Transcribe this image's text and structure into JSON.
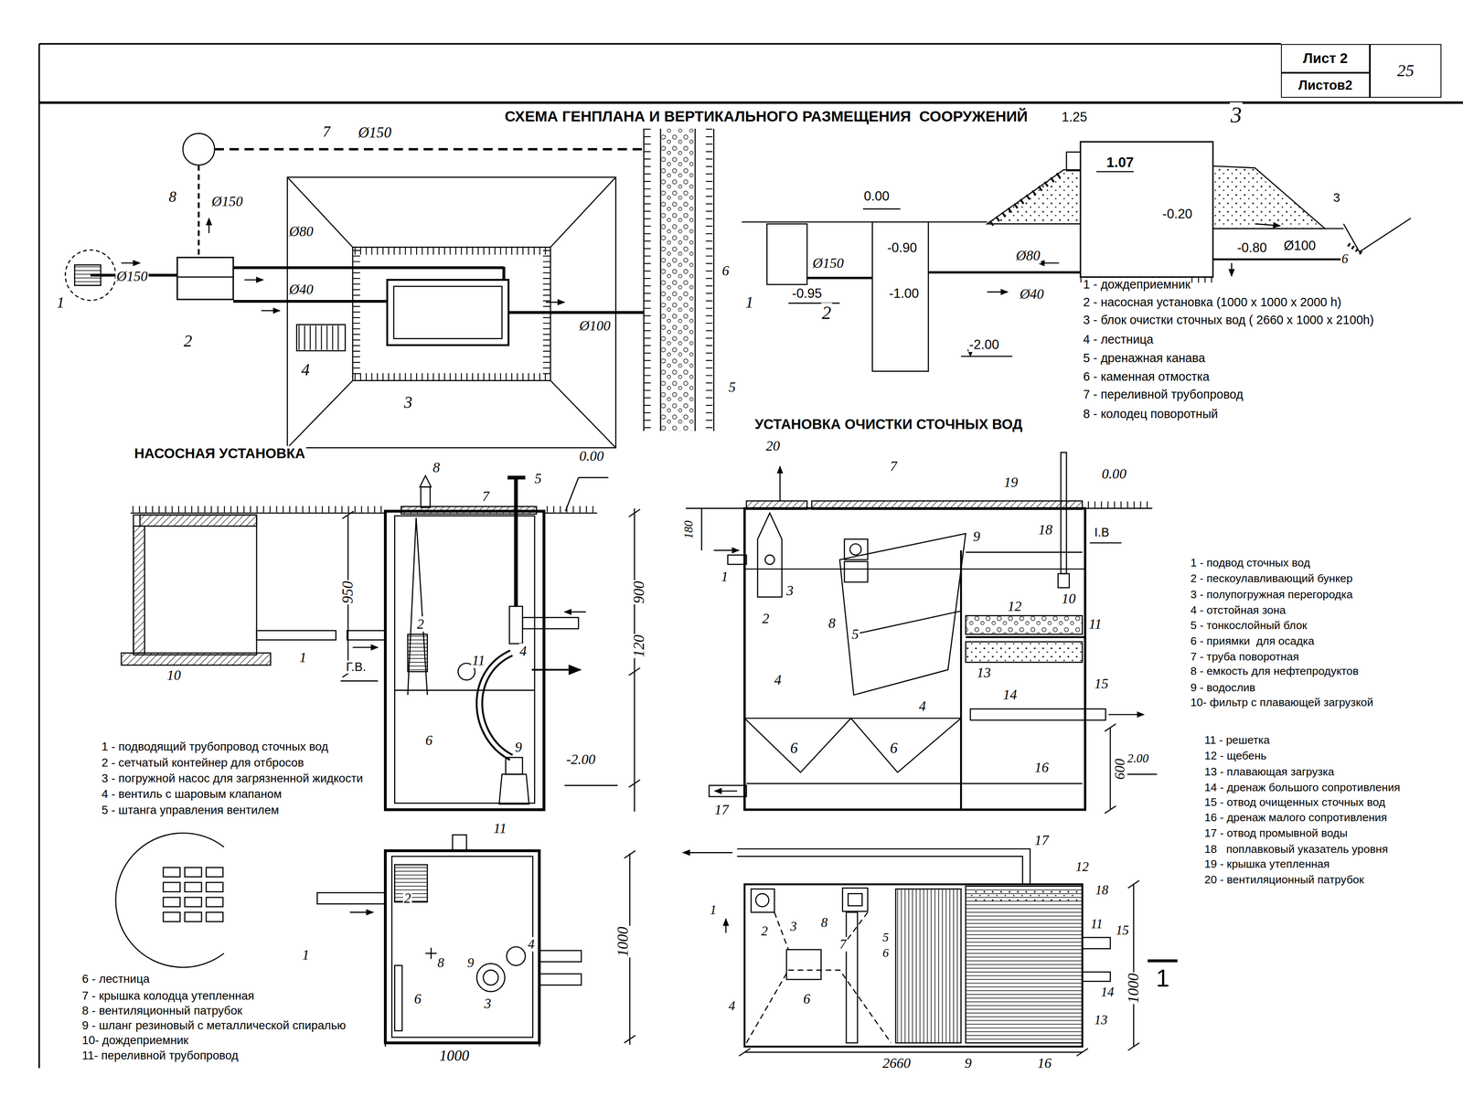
{
  "diagram": {
    "title": "СХЕМА ГЕНПЛАНА И ВЕРТИКАЛЬНОГО РАЗМЕЩЕНИЯ  СООРУЖЕНИЙ",
    "nodes": [
      {
        "text": [
          "Лист 2"
        ]
      },
      {
        "text": [
          "Листов2"
        ]
      },
      {
        "text": [
          "25"
        ]
      }
    ],
    "labels": [
      "7",
      "Ø150",
      "8",
      "Ø150",
      "1",
      "Ø150",
      "2",
      "Ø80",
      "Ø40",
      "4",
      "3",
      "Ø100",
      "6",
      "5",
      "1.25",
      "3",
      "1.07",
      "0.00",
      "-0.20",
      "3",
      "-0.90",
      "Ø80",
      "-0.80",
      "Ø100",
      "6",
      "Ø150",
      "1",
      "-0.95",
      "-1.00",
      "Ø40",
      "2",
      "-2.00",
      "1 - дождеприемник",
      "2 - насосная установка (1000 х 1000 х 2000 h)",
      "3 - блок очистки сточных вод ( 2660 х 1000 х 2100h)",
      "4 - лестница",
      "5 - дренажная канава",
      "6 - каменная отмостка",
      "7 - переливной трубопровод",
      "8 - колодец поворотный",
      "УСТАНОВКА ОЧИСТКИ СТОЧНЫХ ВОД",
      "НАСОСНАЯ УСТАНОВКА",
      "8",
      "5",
      "7",
      "0.00",
      "950",
      "900",
      "120",
      "2",
      "11",
      "4",
      "1",
      "Г.В.",
      "10",
      "6",
      "9",
      "-2.00",
      "1 - подводящий трубопровод сточных вод",
      "2 - сетчатый контейнер для отбросов",
      "3 - погружной насос для загрязненной жидкости",
      "4 - вентиль с шаровым клапаном",
      "5 - штанга управления вентилем",
      "11",
      "2",
      "1",
      "4",
      "8",
      "9",
      "6",
      "3",
      "1000",
      "1000",
      "6 - лестница",
      "7 - крышка колодца утепленная",
      "8 - вентиляционный патрубок",
      "9 - шланг резиновый с металлической спиралью",
      "10- дождеприемник",
      "11- переливной трубопровод",
      "20",
      "7",
      "19",
      "0.00",
      "180",
      "1",
      "3",
      "2",
      "8",
      "9",
      "18",
      "I.B",
      "10",
      "12",
      "11",
      "5",
      "13",
      "4",
      "4",
      "14",
      "15",
      "6",
      "6",
      "16",
      "-2.00",
      "600",
      "17",
      "1 - подвод сточных вод",
      "2 - пескоулавливающий бункер",
      "3 - полупогружная перегородка",
      "4 - отстойная зона",
      "5 - тонкослойный блок",
      "6 - приямки  для осадка",
      "7 - труба поворотная",
      "8 - емкость для нефтепродуктов",
      "9 - водослив",
      "10- фильтр с плавающей загрузкой",
      "11 - решетка",
      "12 - щебень",
      "13 - плавающая загрузка",
      "14 - дренаж большого сопротивления",
      "15 - отвод очищенных сточных вод",
      "16 - дренаж малого сопротивления",
      "17 - отвод промывной воды",
      "18   поплавковый указатель уровня",
      "19 - крышка утепленная",
      "20 - вентиляционный патрубок",
      "17",
      "12",
      "18",
      "1",
      "8",
      "3",
      "2",
      "7",
      "5",
      "6",
      "11",
      "15",
      "14",
      "13",
      "4",
      "6",
      "1000",
      "1",
      "2660",
      "9",
      "16"
    ]
  }
}
